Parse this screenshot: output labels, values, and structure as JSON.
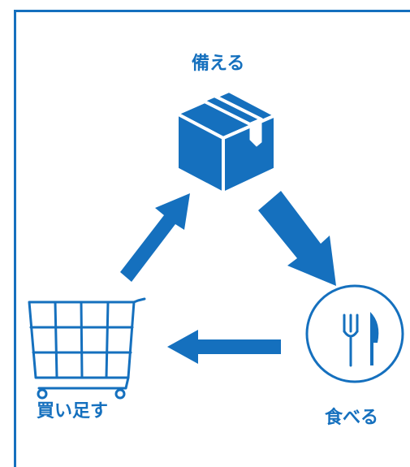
{
  "colors": {
    "accent": "#1570be",
    "background": "#ffffff"
  },
  "diagram": {
    "nodes": [
      {
        "id": "prepare",
        "label": "備える",
        "icon": "box-icon"
      },
      {
        "id": "eat",
        "label": "食べる",
        "icon": "fork-knife-icon"
      },
      {
        "id": "restock",
        "label": "買い足す",
        "icon": "shopping-cart-icon"
      }
    ],
    "cycle": [
      "prepare",
      "eat",
      "restock"
    ]
  }
}
